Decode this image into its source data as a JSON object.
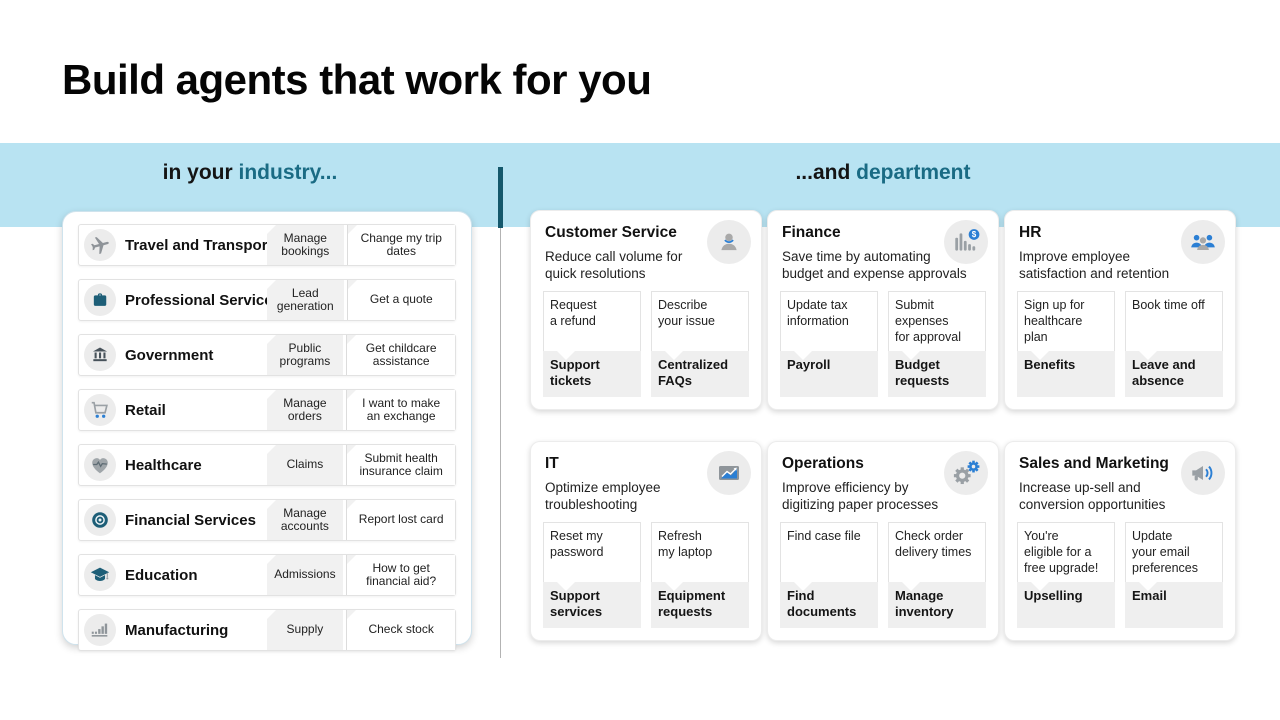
{
  "title": "Build agents that work for you",
  "headers": {
    "left_prefix": "in your ",
    "left_accent": "industry...",
    "right_prefix": "...and ",
    "right_accent": "department"
  },
  "colors": {
    "band_blue": "#b8e3f2",
    "accent_teal": "#1a6b84",
    "divider_teal": "#14586c",
    "icon_blue": "#2b7fd4",
    "icon_gray": "#9aa0a5",
    "icon_teal": "#1d5e77"
  },
  "industries": [
    {
      "name": "Travel and Transport",
      "icon": "airplane-icon",
      "chip1": "Manage\nbookings",
      "chip2": "Change my trip\ndates"
    },
    {
      "name": "Professional Services",
      "icon": "briefcase-icon",
      "chip1": "Lead\ngeneration",
      "chip2": "Get a quote"
    },
    {
      "name": "Government",
      "icon": "bank-icon",
      "chip1": "Public\nprograms",
      "chip2": "Get childcare\nassistance"
    },
    {
      "name": "Retail",
      "icon": "shopping-cart-icon",
      "chip1": "Manage\norders",
      "chip2": "I want to make\nan exchange"
    },
    {
      "name": "Healthcare",
      "icon": "heart-pulse-icon",
      "chip1": "Claims",
      "chip2": "Submit health\ninsurance claim"
    },
    {
      "name": "Financial Services",
      "icon": "coin-icon",
      "chip1": "Manage\naccounts",
      "chip2": "Report lost card"
    },
    {
      "name": "Education",
      "icon": "graduation-cap-icon",
      "chip1": "Admissions",
      "chip2": "How to get\nfinancial aid?"
    },
    {
      "name": "Manufacturing",
      "icon": "production-bars-icon",
      "chip1": "Supply",
      "chip2": "Check stock"
    }
  ],
  "departments": [
    {
      "name": "Customer Service",
      "icon": "support-person-icon",
      "description": "Reduce call volume for\nquick resolutions",
      "columns": [
        {
          "prompt": "Request\na refund",
          "label": "Support\ntickets"
        },
        {
          "prompt": "Describe\nyour issue",
          "label": "Centralized\nFAQs"
        }
      ]
    },
    {
      "name": "Finance",
      "icon": "bar-chart-dollar-icon",
      "description": "Save time by automating\nbudget and expense approvals",
      "columns": [
        {
          "prompt": "Update tax\ninformation",
          "label": "Payroll"
        },
        {
          "prompt": "Submit\nexpenses\nfor approval",
          "label": "Budget\nrequests"
        }
      ]
    },
    {
      "name": "HR",
      "icon": "people-icon",
      "description": "Improve employee\nsatisfaction and retention",
      "columns": [
        {
          "prompt": "Sign up for\nhealthcare\nplan",
          "label": "Benefits"
        },
        {
          "prompt": "Book time off",
          "label": "Leave and\nabsence"
        }
      ]
    },
    {
      "name": "IT",
      "icon": "monitor-chart-icon",
      "description": "Optimize employee\ntroubleshooting",
      "columns": [
        {
          "prompt": "Reset my\npassword",
          "label": "Support\nservices"
        },
        {
          "prompt": "Refresh\nmy laptop",
          "label": "Equipment\nrequests"
        }
      ]
    },
    {
      "name": "Operations",
      "icon": "gears-icon",
      "description": "Improve efficiency by\ndigitizing paper processes",
      "columns": [
        {
          "prompt": "Find case file",
          "label": "Find\ndocuments"
        },
        {
          "prompt": "Check order\ndelivery times",
          "label": "Manage\ninventory"
        }
      ]
    },
    {
      "name": "Sales and Marketing",
      "icon": "megaphone-icon",
      "description": "Increase up-sell and\nconversion opportunities",
      "columns": [
        {
          "prompt": "You're\neligible for a\nfree upgrade!",
          "label": "Upselling"
        },
        {
          "prompt": "Update\nyour email\npreferences",
          "label": "Email"
        }
      ]
    }
  ]
}
